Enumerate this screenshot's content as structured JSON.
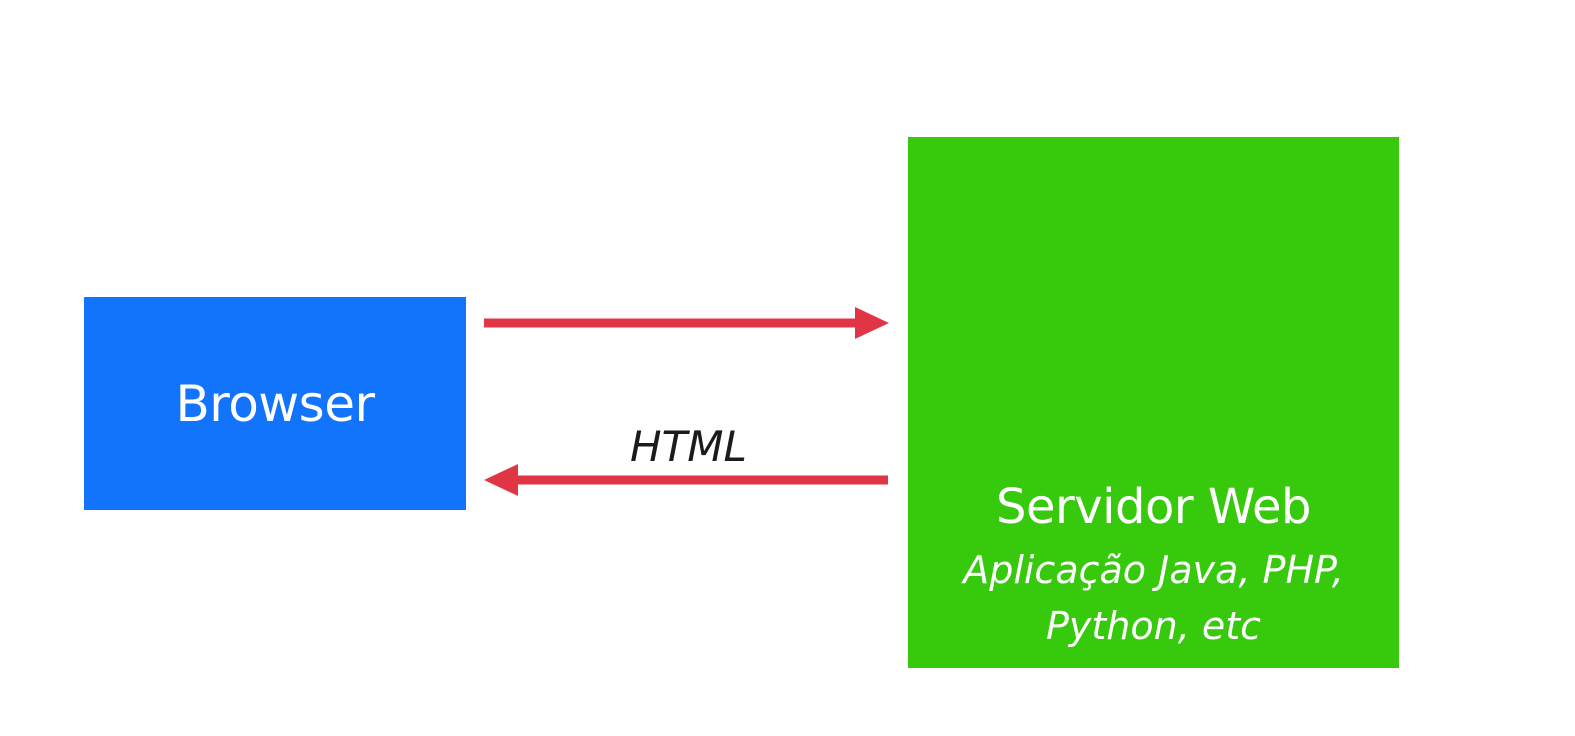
{
  "browser": {
    "label": "Browser"
  },
  "server": {
    "label": "Servidor Web",
    "tech_line1": "Aplicação Java, PHP,",
    "tech_line2": "Python, etc"
  },
  "arrows": {
    "response_label": "HTML"
  },
  "colors": {
    "browser": "#1273fb",
    "server": "#36c90c",
    "arrow": "#e03545"
  }
}
